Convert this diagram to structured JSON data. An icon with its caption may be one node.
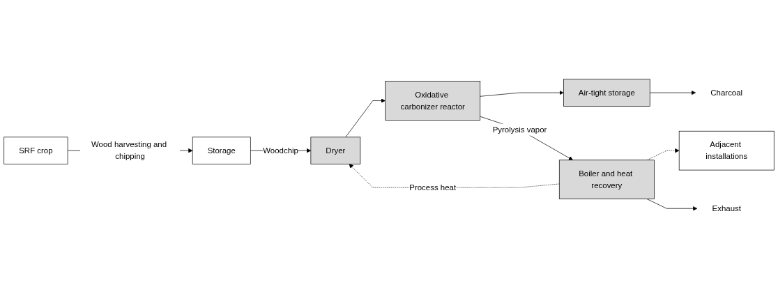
{
  "diagram": {
    "nodes": [
      {
        "text": [
          "SRF crop"
        ]
      },
      {
        "text": [
          "Storage"
        ]
      },
      {
        "text": [
          "Dryer"
        ]
      },
      {
        "text": [
          "Oxidative carbonizer reactor"
        ]
      },
      {
        "text": [
          "Air-tight storage"
        ]
      },
      {
        "text": [
          "Boiler and heat recovery"
        ]
      },
      {
        "text": [
          "Adjacent installations"
        ]
      },
      {
        "text": [
          "Charcoal"
        ]
      },
      {
        "text": [
          "Exhaust"
        ]
      }
    ],
    "edges": [
      {
        "from": 0,
        "to": 1,
        "arrow": "to",
        "label": "Wood harvesting and chipping"
      },
      {
        "from": 1,
        "to": 2,
        "arrow": "to",
        "label": "Woodchip"
      },
      {
        "from": 2,
        "to": 3,
        "arrow": "to"
      },
      {
        "from": 3,
        "to": 4,
        "arrow": "to"
      },
      {
        "from": 3,
        "to": 5,
        "arrow": "to",
        "label": "Pyrolysis vapor"
      },
      {
        "from": 4,
        "to": 7,
        "arrow": "to"
      },
      {
        "from": 5,
        "to": 2,
        "arrow": "to",
        "style": "dashed",
        "label": "Process heat"
      },
      {
        "from": 5,
        "to": 6,
        "arrow": "to",
        "style": "dashed"
      },
      {
        "from": 5,
        "to": 8,
        "arrow": "to"
      }
    ]
  }
}
